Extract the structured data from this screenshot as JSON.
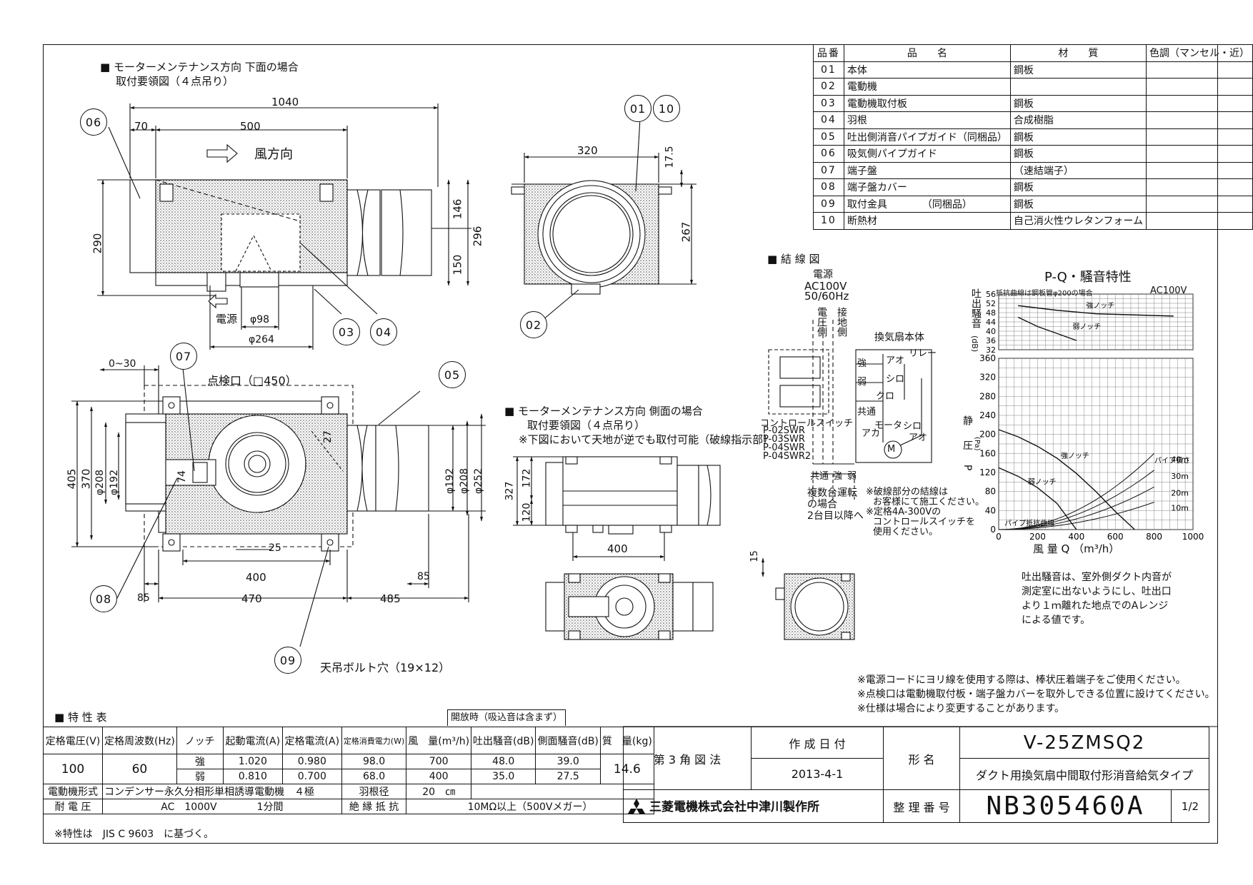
{
  "colors": {
    "line": "#111111",
    "fill": "#d8d8d8"
  },
  "views": {
    "bottom_title": "■ モーターメンテナンス方向 下面の場合",
    "bottom_sub": "取付要領図（４点吊り）",
    "side_title": "■ モーターメンテナンス方向 側面の場合",
    "side_sub": "取付要領図（４点吊り）",
    "side_note": "※下図において天地が逆でも取付可能（破線指示部）",
    "wind": "風方向",
    "power": "電源",
    "inspection": "点検口（□450）",
    "bolt": "天吊ボルト穴（19×12）"
  },
  "dims": {
    "d1040": "1040",
    "d70": "70",
    "d500": "500",
    "d290": "290",
    "d146": "146",
    "d150": "150",
    "d296": "296",
    "d98": "φ98",
    "d264": "φ264",
    "d320": "320",
    "d175": "17.5",
    "d267": "267",
    "d030": "0~30",
    "d405": "405",
    "d370": "370",
    "d208": "φ208",
    "d192": "φ192",
    "d74": "74",
    "d27": "27",
    "d25": "25",
    "d400": "400",
    "d85a": "85",
    "d470": "470",
    "d485": "485",
    "d85b": "85",
    "d192r": "φ192",
    "d208r": "φ208",
    "d252": "φ252",
    "d327": "327",
    "d172": "172",
    "d120": "120",
    "d400s": "400",
    "d15": "15"
  },
  "bubbles": {
    "b01": "01",
    "b10": "10",
    "b06": "06",
    "b02": "02",
    "b03": "03",
    "b04": "04",
    "b07": "07",
    "b05": "05",
    "b08": "08",
    "b09": "09"
  },
  "parts": {
    "header": [
      "品番",
      "品　　名",
      "材　　質",
      "色調（マンセル・近）"
    ],
    "rows": [
      [
        "01",
        "本体",
        "鋼板",
        ""
      ],
      [
        "02",
        "電動機",
        "",
        ""
      ],
      [
        "03",
        "電動機取付板",
        "鋼板",
        ""
      ],
      [
        "04",
        "羽根",
        "合成樹脂",
        ""
      ],
      [
        "05",
        "吐出側消音パイプガイド（同梱品）",
        "鋼板",
        ""
      ],
      [
        "06",
        "吸気側パイプガイド",
        "鋼板",
        ""
      ],
      [
        "07",
        "端子盤",
        "（速結端子）",
        ""
      ],
      [
        "08",
        "端子盤カバー",
        "鋼板",
        ""
      ],
      [
        "09",
        "取付金具　　　　（同梱品）",
        "鋼板",
        ""
      ],
      [
        "10",
        "断熱材",
        "自己消火性ウレタンフォーム",
        ""
      ]
    ]
  },
  "wiring": {
    "title": "■ 結 線 図",
    "source": "電源",
    "ac": "AC100V",
    "hz": "50/60Hz",
    "v_label": "電圧側",
    "g_label": "接地側",
    "body": "換気扇本体",
    "relay": "リレー",
    "ao": "アオ",
    "shiro": "シロ",
    "kuro": "クロ",
    "aka": "アカ",
    "shiro2": "シロ",
    "ao2": "アオ",
    "strong": "強",
    "weak": "弱",
    "common": "共通",
    "motor": "モータ",
    "switch_title": "コントロールスイッチ",
    "switches": [
      "P-02SWR",
      "P-03SWR",
      "P-04SWR",
      "P-04SWR2"
    ],
    "bottom_row": [
      "共通",
      "強",
      "弱"
    ],
    "multi": [
      "複数台運転",
      "の場合",
      "2台目以降へ"
    ],
    "notes": [
      "※破線部分の結線は",
      "お客様にて施工ください。",
      "※定格4A-300Vの",
      "コントロールスイッチを",
      "使用ください。"
    ]
  },
  "chart_data": {
    "type": "line",
    "title": "P-Q・騒音特性",
    "subtitle": "AC100V",
    "pipe_note": "抵抗曲線は鋼板管φ200の場合",
    "xlabel": "風 量 Q （m³/h）",
    "ylabel": "静 圧 P",
    "ylabel_unit": "(Pa)",
    "noise_label": "吐出騒音",
    "noise_unit": "(dB)",
    "x_ticks": [
      0,
      200,
      400,
      600,
      800,
      1000
    ],
    "y_ticks": [
      0,
      40,
      80,
      120,
      160,
      200,
      240,
      280,
      320,
      360
    ],
    "noise_ticks": [
      32,
      36,
      40,
      44,
      48,
      52,
      56
    ],
    "xlim": [
      0,
      1000
    ],
    "ylim": [
      0,
      360
    ],
    "noise_lim": [
      32,
      56
    ],
    "series": [
      {
        "name": "強ノッチ",
        "kind": "pq",
        "x": [
          0,
          100,
          200,
          300,
          400,
          500,
          600,
          700
        ],
        "y": [
          210,
          195,
          175,
          150,
          118,
          80,
          38,
          0
        ]
      },
      {
        "name": "弱ノッチ",
        "kind": "pq",
        "x": [
          0,
          100,
          200,
          300,
          400
        ],
        "y": [
          130,
          112,
          88,
          55,
          0
        ]
      },
      {
        "name": "強ノッチ",
        "kind": "noise",
        "x": [
          100,
          300,
          500,
          700,
          900
        ],
        "y": [
          51,
          49,
          47.5,
          47,
          46.5
        ]
      },
      {
        "name": "弱ノッチ",
        "kind": "noise",
        "x": [
          100,
          200,
          300,
          400
        ],
        "y": [
          46,
          42,
          39,
          36
        ]
      }
    ],
    "pipe_curves": [
      {
        "label": "パイプ長さ",
        "len": "40m",
        "k": 0.00025
      },
      {
        "label": "",
        "len": "30m",
        "k": 0.000195
      },
      {
        "label": "",
        "len": "20m",
        "k": 0.00014
      },
      {
        "label": "",
        "len": "10m",
        "k": 9e-05
      }
    ],
    "pipe_resist": "パイプ抵抗曲線",
    "notes": [
      "吐出騒音は、室外側ダクト内音が",
      "測定室に出ないようにし、吐出口",
      "より１ｍ離れた地点でのAレンジ",
      "による値です。"
    ]
  },
  "footer_notes": [
    "※電源コードにヨリ線を使用する際は、棒状圧着端子をご使用ください。",
    "※点検口は電動機取付板・端子盤カバーを取外しできる位置に設けてください。",
    "※仕様は場合により変更することがあります。"
  ],
  "spec": {
    "title": "■ 特 性 表",
    "open_note": "開放時（吸込音は含まず）",
    "headers": [
      "定格電圧(V)",
      "定格周波数(Hz)",
      "ノッチ",
      "起動電流(A)",
      "定格電流(A)",
      "定格消費電力(W)",
      "風　量(m³/h)",
      "吐出騒音(dB)",
      "側面騒音(dB)",
      "質　量(kg)"
    ],
    "voltage": "100",
    "freq": "60",
    "mass": "14.6",
    "rows": [
      [
        "強",
        "1.020",
        "0.980",
        "98.0",
        "700",
        "48.0",
        "39.0"
      ],
      [
        "弱",
        "0.810",
        "0.700",
        "68.0",
        "400",
        "35.0",
        "27.5"
      ]
    ],
    "motor_label": "電動機形式",
    "motor": "コンデンサー永久分相形単相誘導電動機　４極",
    "blade_label": "羽根径",
    "blade": "20　㎝",
    "withstand_label": "耐 電 圧",
    "withstand": "AC　1000V　　　　1分間",
    "insul_label": "絶 縁 抵 抗",
    "insul": "10MΩ以上（500Vメガー）",
    "basis": "※特性は　JIS C 9603　に基づく。"
  },
  "titleblock": {
    "projection": "第 3 角 図 法",
    "date_label": "作 成 日 付",
    "date": "2013-4-1",
    "model_label": "形 名",
    "model": "V-25ZMSQ2",
    "desc": "ダクト用換気扇中間取付形消音給気タイプ",
    "company": "三菱電機株式会社中津川製作所",
    "number_label": "整 理 番 号",
    "number": "NB305460A",
    "page": "1/2"
  }
}
